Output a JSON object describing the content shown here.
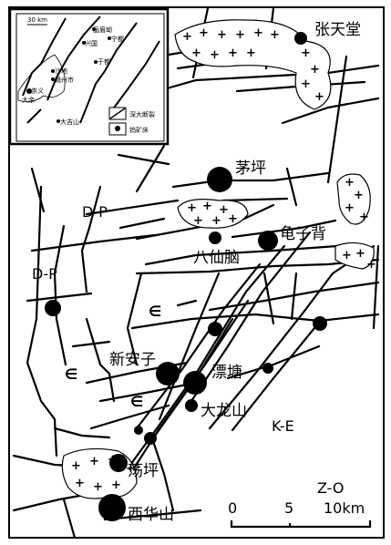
{
  "deposits_major": [
    "张天堂",
    "茅坪",
    "龟子背",
    "八仙脑",
    "新安子",
    "漂塘",
    "大龙山",
    "荡坪",
    "西华山"
  ],
  "strata": [
    "D-P",
    "D-P",
    "∈",
    "∈",
    "∈",
    "K-E",
    "Z-O"
  ],
  "scale": {
    "ticks": [
      "0",
      "5",
      "10km"
    ]
  },
  "inset": {
    "scale": "30 km",
    "places": [
      "画眉坳",
      "兴国",
      "宁都",
      "沙地",
      "赣州市",
      "于都",
      "崇义",
      "大余",
      "大吉山"
    ],
    "legend": [
      "深大断裂",
      "钨矿床"
    ]
  }
}
